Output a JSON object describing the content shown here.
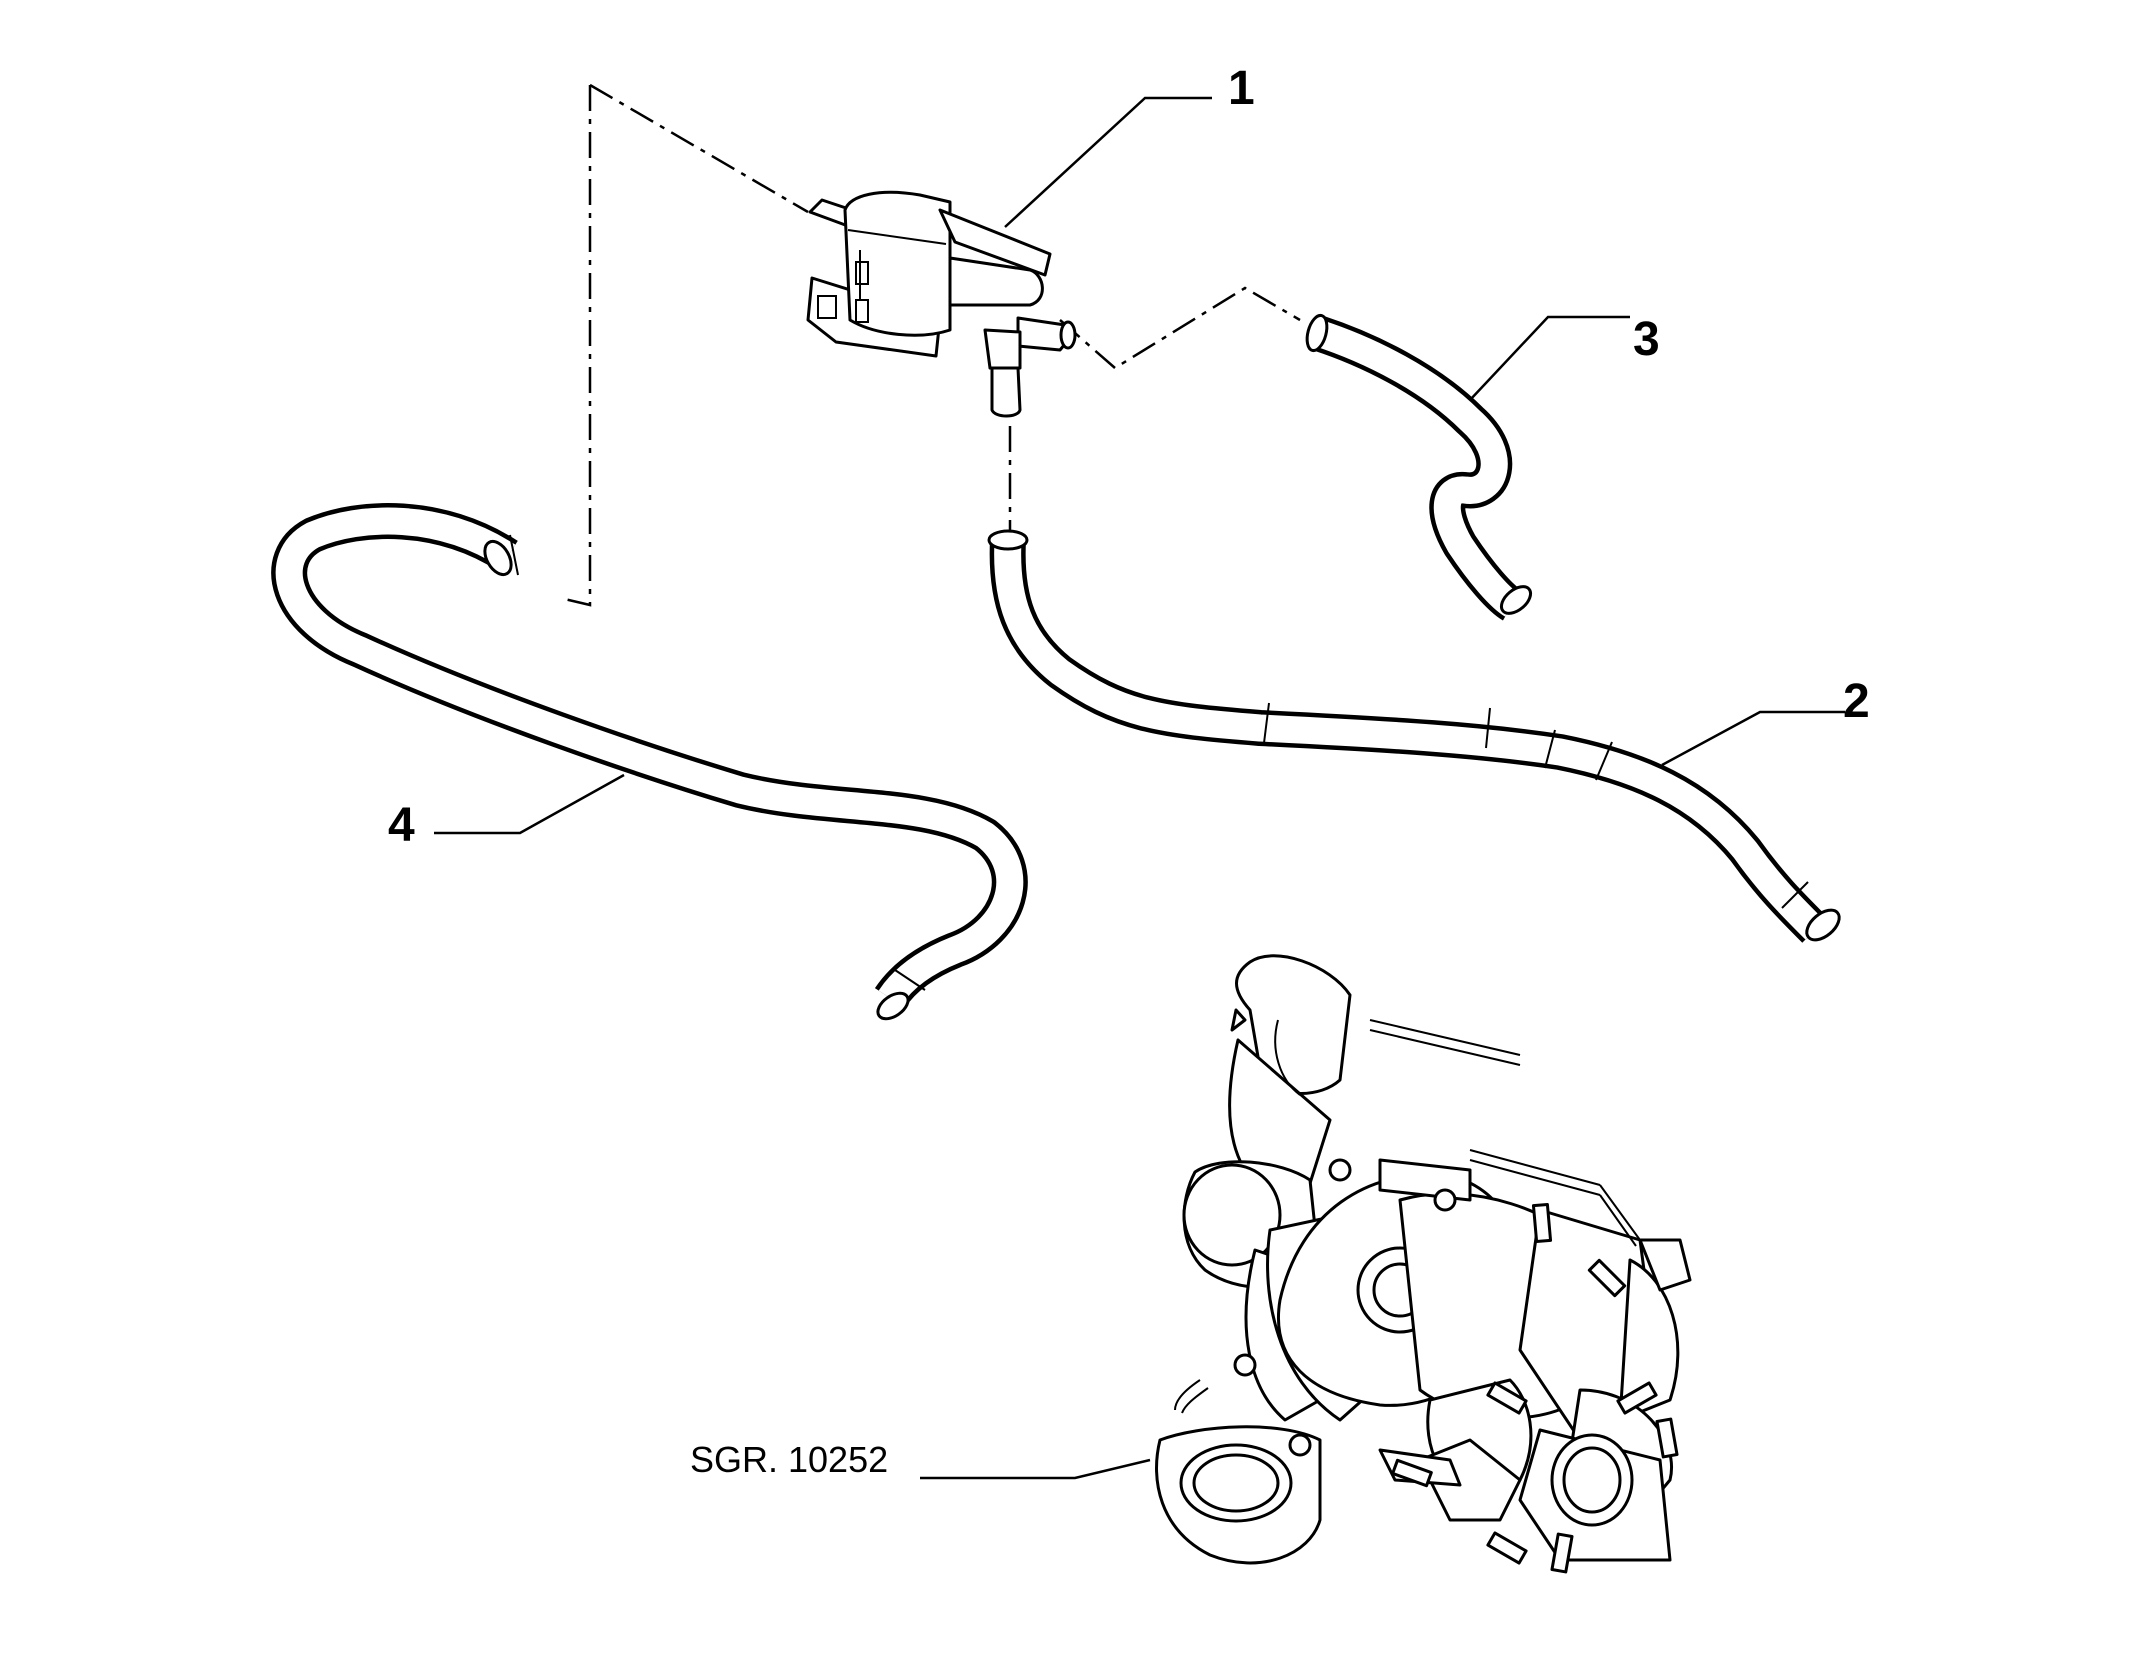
{
  "callouts": [
    {
      "id": "1",
      "label": "1"
    },
    {
      "id": "2",
      "label": "2"
    },
    {
      "id": "3",
      "label": "3"
    },
    {
      "id": "4",
      "label": "4"
    }
  ],
  "reference": {
    "label": "SGR. 10252"
  }
}
